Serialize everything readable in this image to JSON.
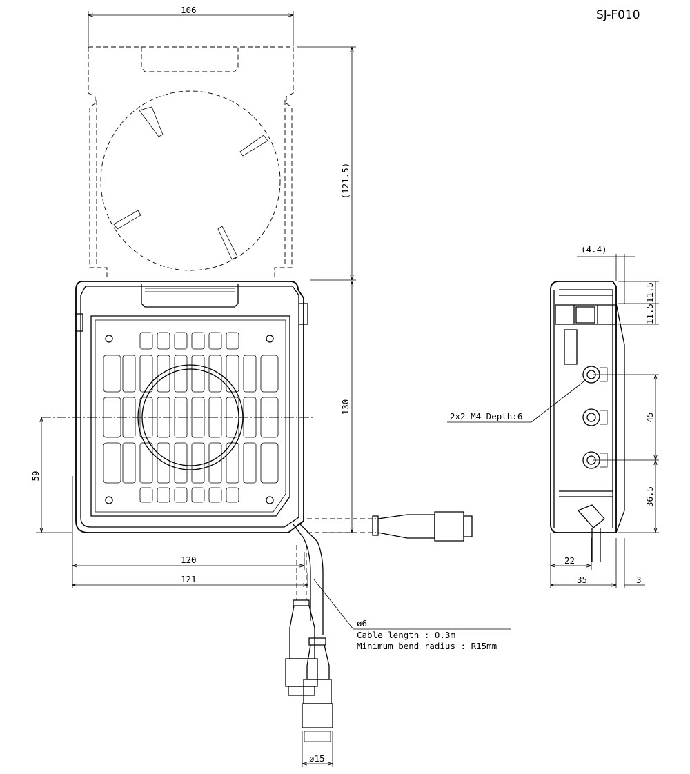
{
  "drawing": {
    "model": "SJ-F010",
    "dimensions": {
      "width_106": "106",
      "height_121_5": "(121.5)",
      "height_130": "130",
      "height_59": "59",
      "width_120": "120",
      "width_121": "121",
      "dia_15": "ø15",
      "side_4_4": "(4.4)",
      "side_11_5_a": "11.5",
      "side_11_5_b": "11.5",
      "side_45": "45",
      "side_36_5": "36.5",
      "side_22": "22",
      "side_35": "35",
      "side_3": "3"
    },
    "notes": {
      "mount_holes": "2x2 M4 Depth:6",
      "cable_dia": "ø6",
      "cable_length": "Cable length : 0.3m",
      "bend_radius": "Minimum bend radius : R15mm"
    }
  }
}
